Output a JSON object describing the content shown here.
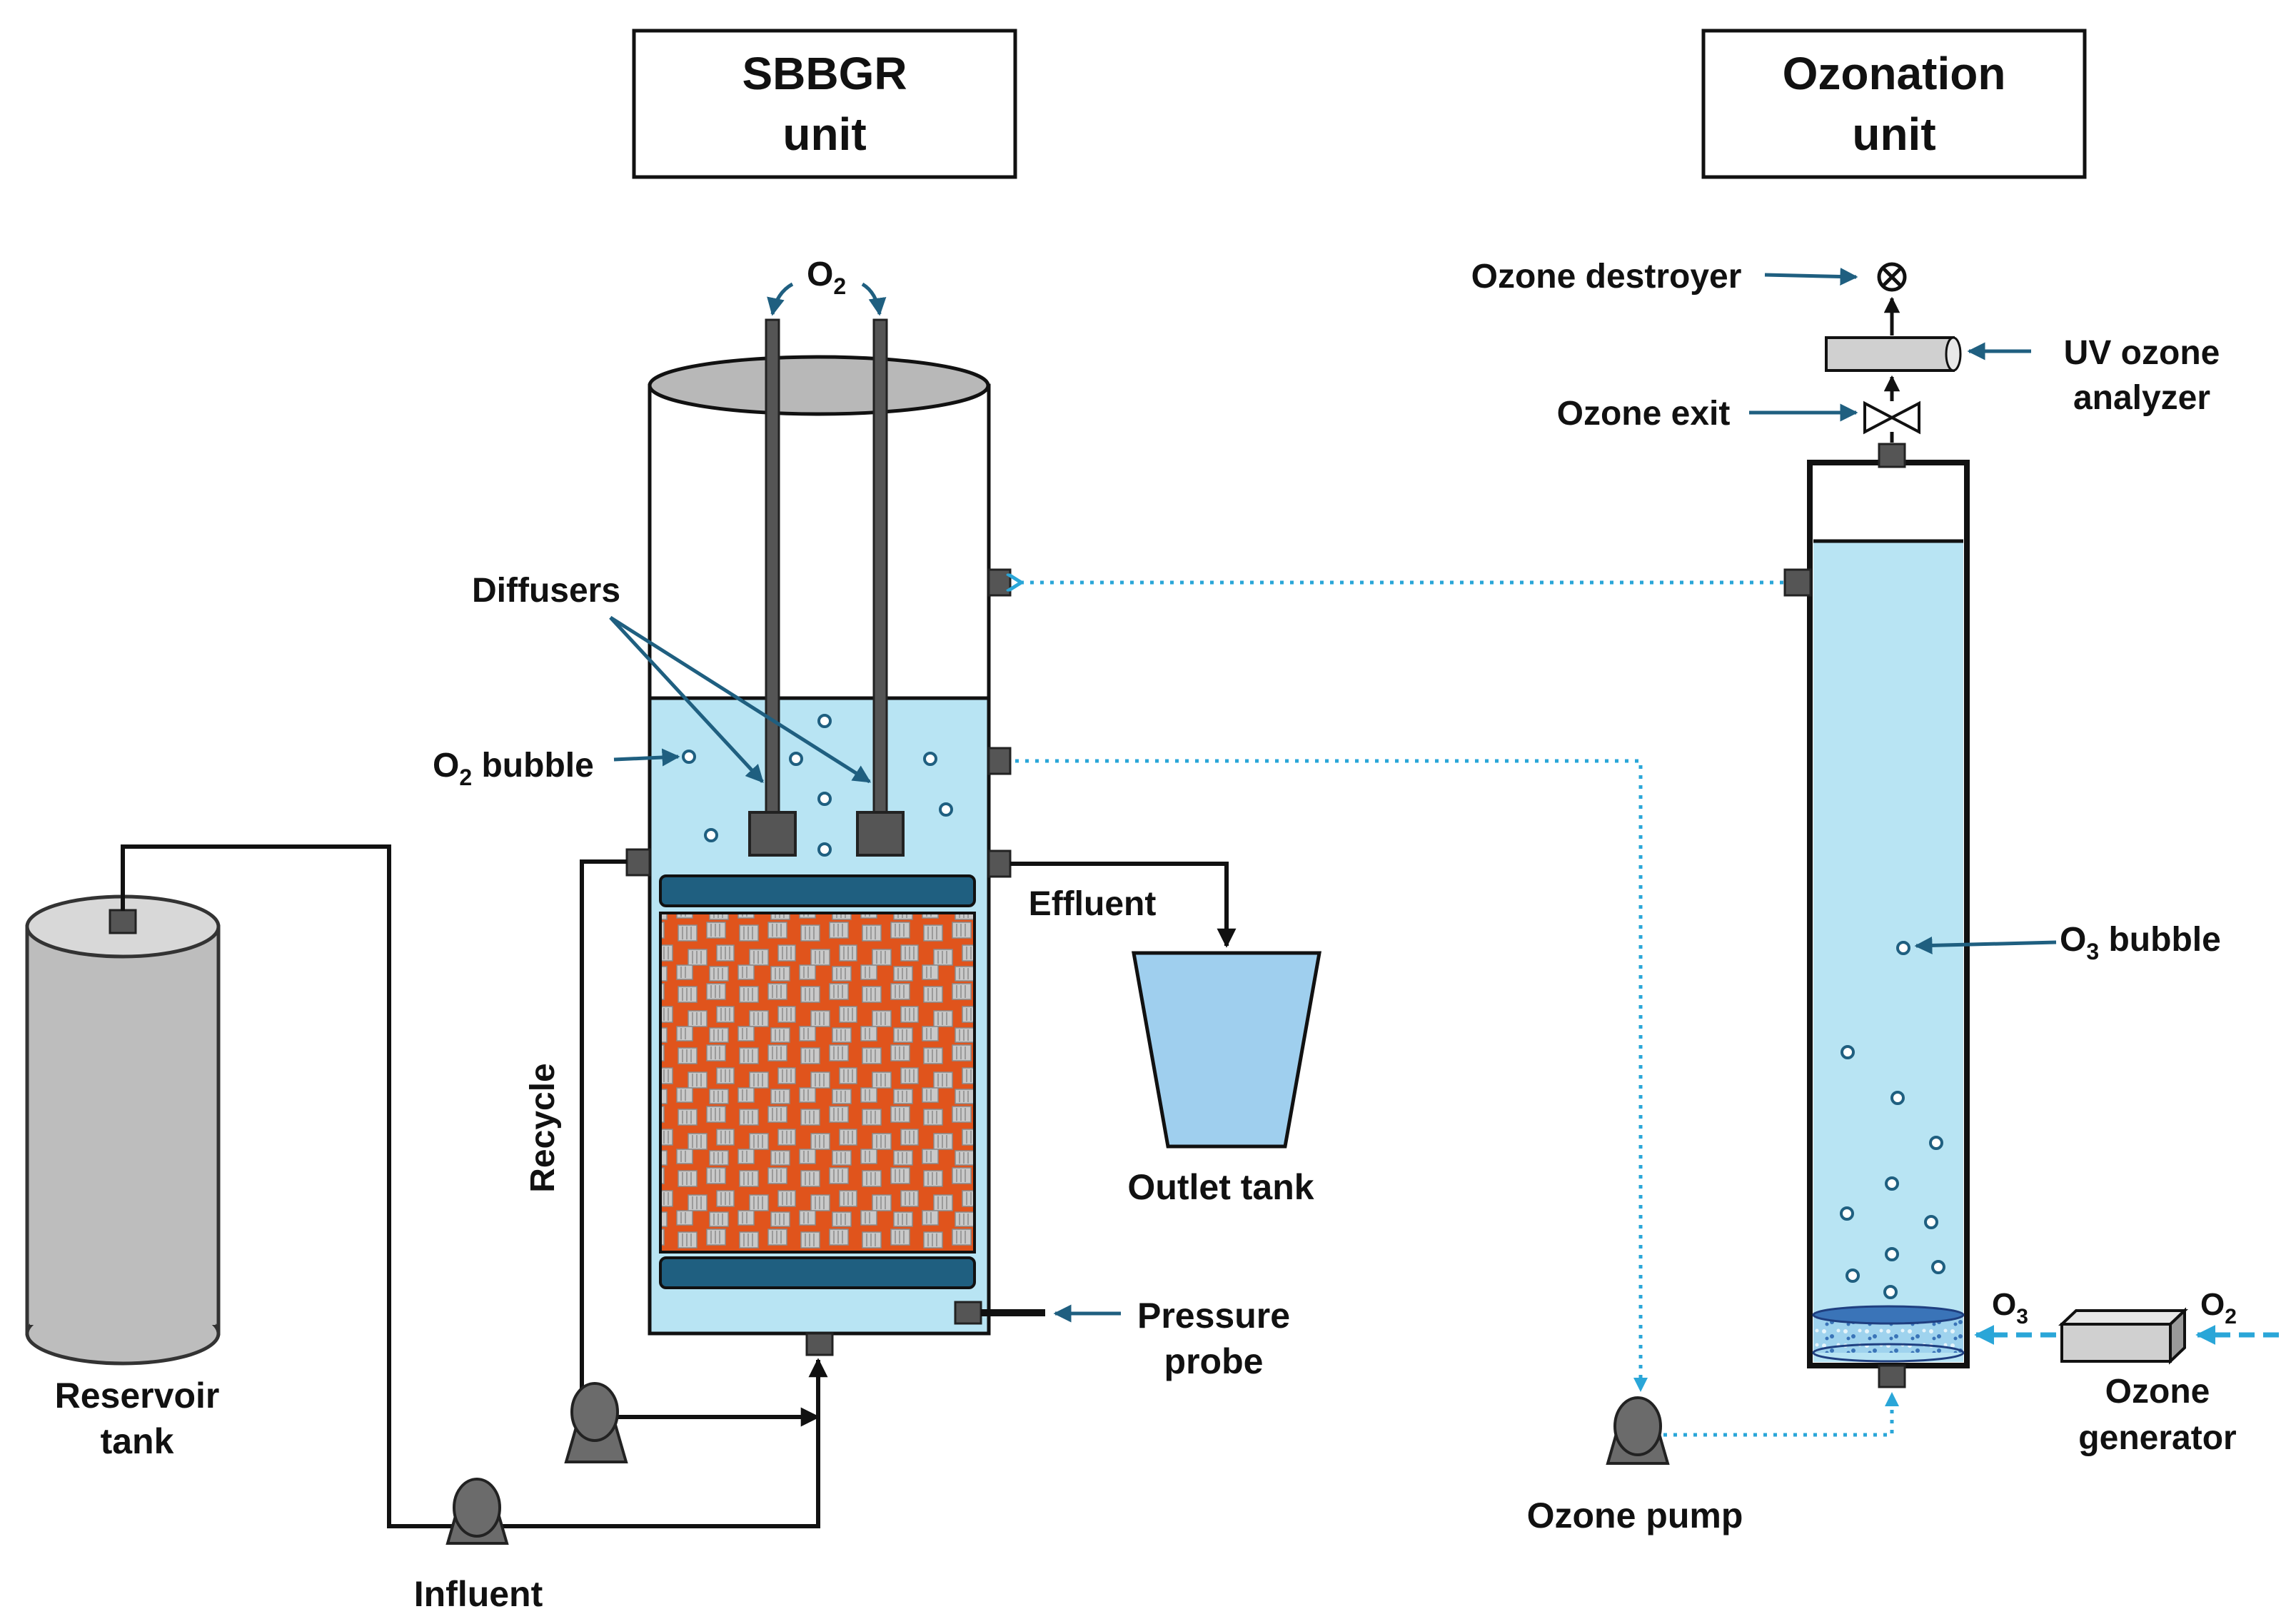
{
  "titles": {
    "sbbgr": [
      "SBBGR",
      "unit"
    ],
    "ozonation": [
      "Ozonation",
      "unit"
    ]
  },
  "labels": {
    "o2_top": "O",
    "o2_top_sub": "2",
    "diffusers": "Diffusers",
    "o2_bubble": "O",
    "o2_bubble_sub": "2",
    "o2_bubble_rest": " bubble",
    "effluent": "Effluent",
    "outlet_tank": "Outlet tank",
    "recycle": "Recycle",
    "pressure_probe": [
      "Pressure",
      "probe"
    ],
    "reservoir_tank": [
      "Reservoir",
      "tank"
    ],
    "influent": "Influent",
    "ozone_destroyer": "Ozone destroyer",
    "uv_analyzer": [
      "UV ozone",
      "analyzer"
    ],
    "ozone_exit": "Ozone exit",
    "o3_bubble": "O",
    "o3_bubble_sub": "3",
    "o3_bubble_rest": " bubble",
    "o3_in": "O",
    "o3_in_sub": "3",
    "o2_in": "O",
    "o2_in_sub": "2",
    "ozone_generator": [
      "Ozone",
      "generator"
    ],
    "ozone_pump": "Ozone pump"
  },
  "colors": {
    "water": "#b8e4f3",
    "navy_arrow": "#1f5f80",
    "dotted_flow": "#2aa6d8",
    "media": "#e0541c",
    "plate": "#1f5f80",
    "tank_gray": "#bdbdbd",
    "fitting": "#555555"
  }
}
